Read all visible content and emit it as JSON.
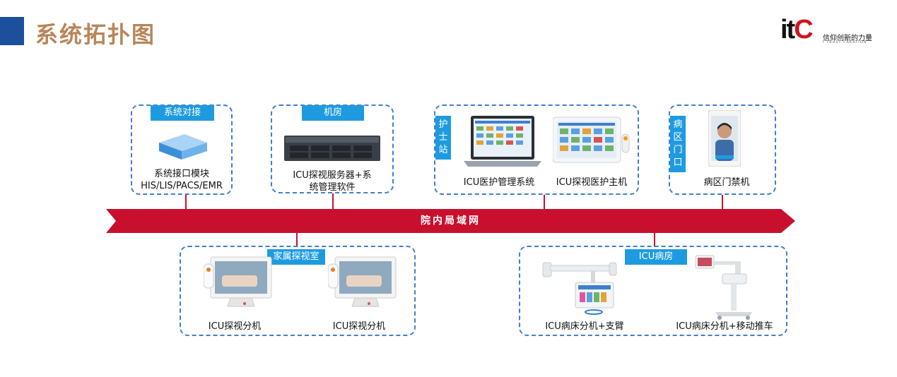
{
  "header": {
    "title": "系统拓扑图"
  },
  "logo": {
    "mark_main": "it",
    "mark_accent": "C",
    "slogan": "信仰创新的力量",
    "subline": "I TRUST CREATION"
  },
  "colors": {
    "title_bar": "#1c4f9c",
    "title_text": "#b7865a",
    "tag": "#1e9be0",
    "network": "#c8102e",
    "box_border": "#3f7fd0"
  },
  "network": {
    "label": "院内局域网"
  },
  "top_groups": [
    {
      "tag": "系统对接",
      "items": [
        {
          "label_line1": "系统接口模块",
          "label_line2": "HIS/LIS/PACS/EMR"
        }
      ]
    },
    {
      "tag": "机房",
      "items": [
        {
          "label_line1": "ICU探视服务器+系",
          "label_line2": "统管理软件"
        }
      ]
    },
    {
      "tag": "护士站",
      "items": [
        {
          "label": "ICU医护管理系统"
        },
        {
          "label": "ICU探视医护主机"
        }
      ]
    },
    {
      "tag": "病区门口",
      "items": [
        {
          "label": "病区门禁机"
        }
      ]
    }
  ],
  "bottom_groups": [
    {
      "tag": "家属探视室",
      "items": [
        {
          "label": "ICU探视分机"
        },
        {
          "label": "ICU探视分机"
        }
      ]
    },
    {
      "tag": "ICU病房",
      "items": [
        {
          "label": "ICU病床分机+支臂"
        },
        {
          "label": "ICU病床分机+移动推车"
        }
      ]
    }
  ]
}
